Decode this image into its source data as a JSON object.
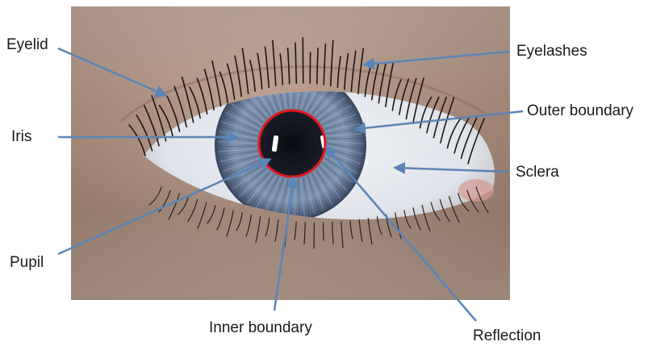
{
  "labels": {
    "eyelid": "Eyelid",
    "eyelashes": "Eyelashes",
    "iris": "Iris",
    "outer_boundary": "Outer boundary",
    "sclera": "Sclera",
    "pupil": "Pupil",
    "inner_boundary": "Inner boundary",
    "reflection": "Reflection"
  },
  "colors": {
    "arrow": "#5b84b8",
    "boundary_ring": "#e3161b",
    "iris": "#6f87a6",
    "sclera": "#e4e7ec",
    "skin": "#c9ab98"
  }
}
